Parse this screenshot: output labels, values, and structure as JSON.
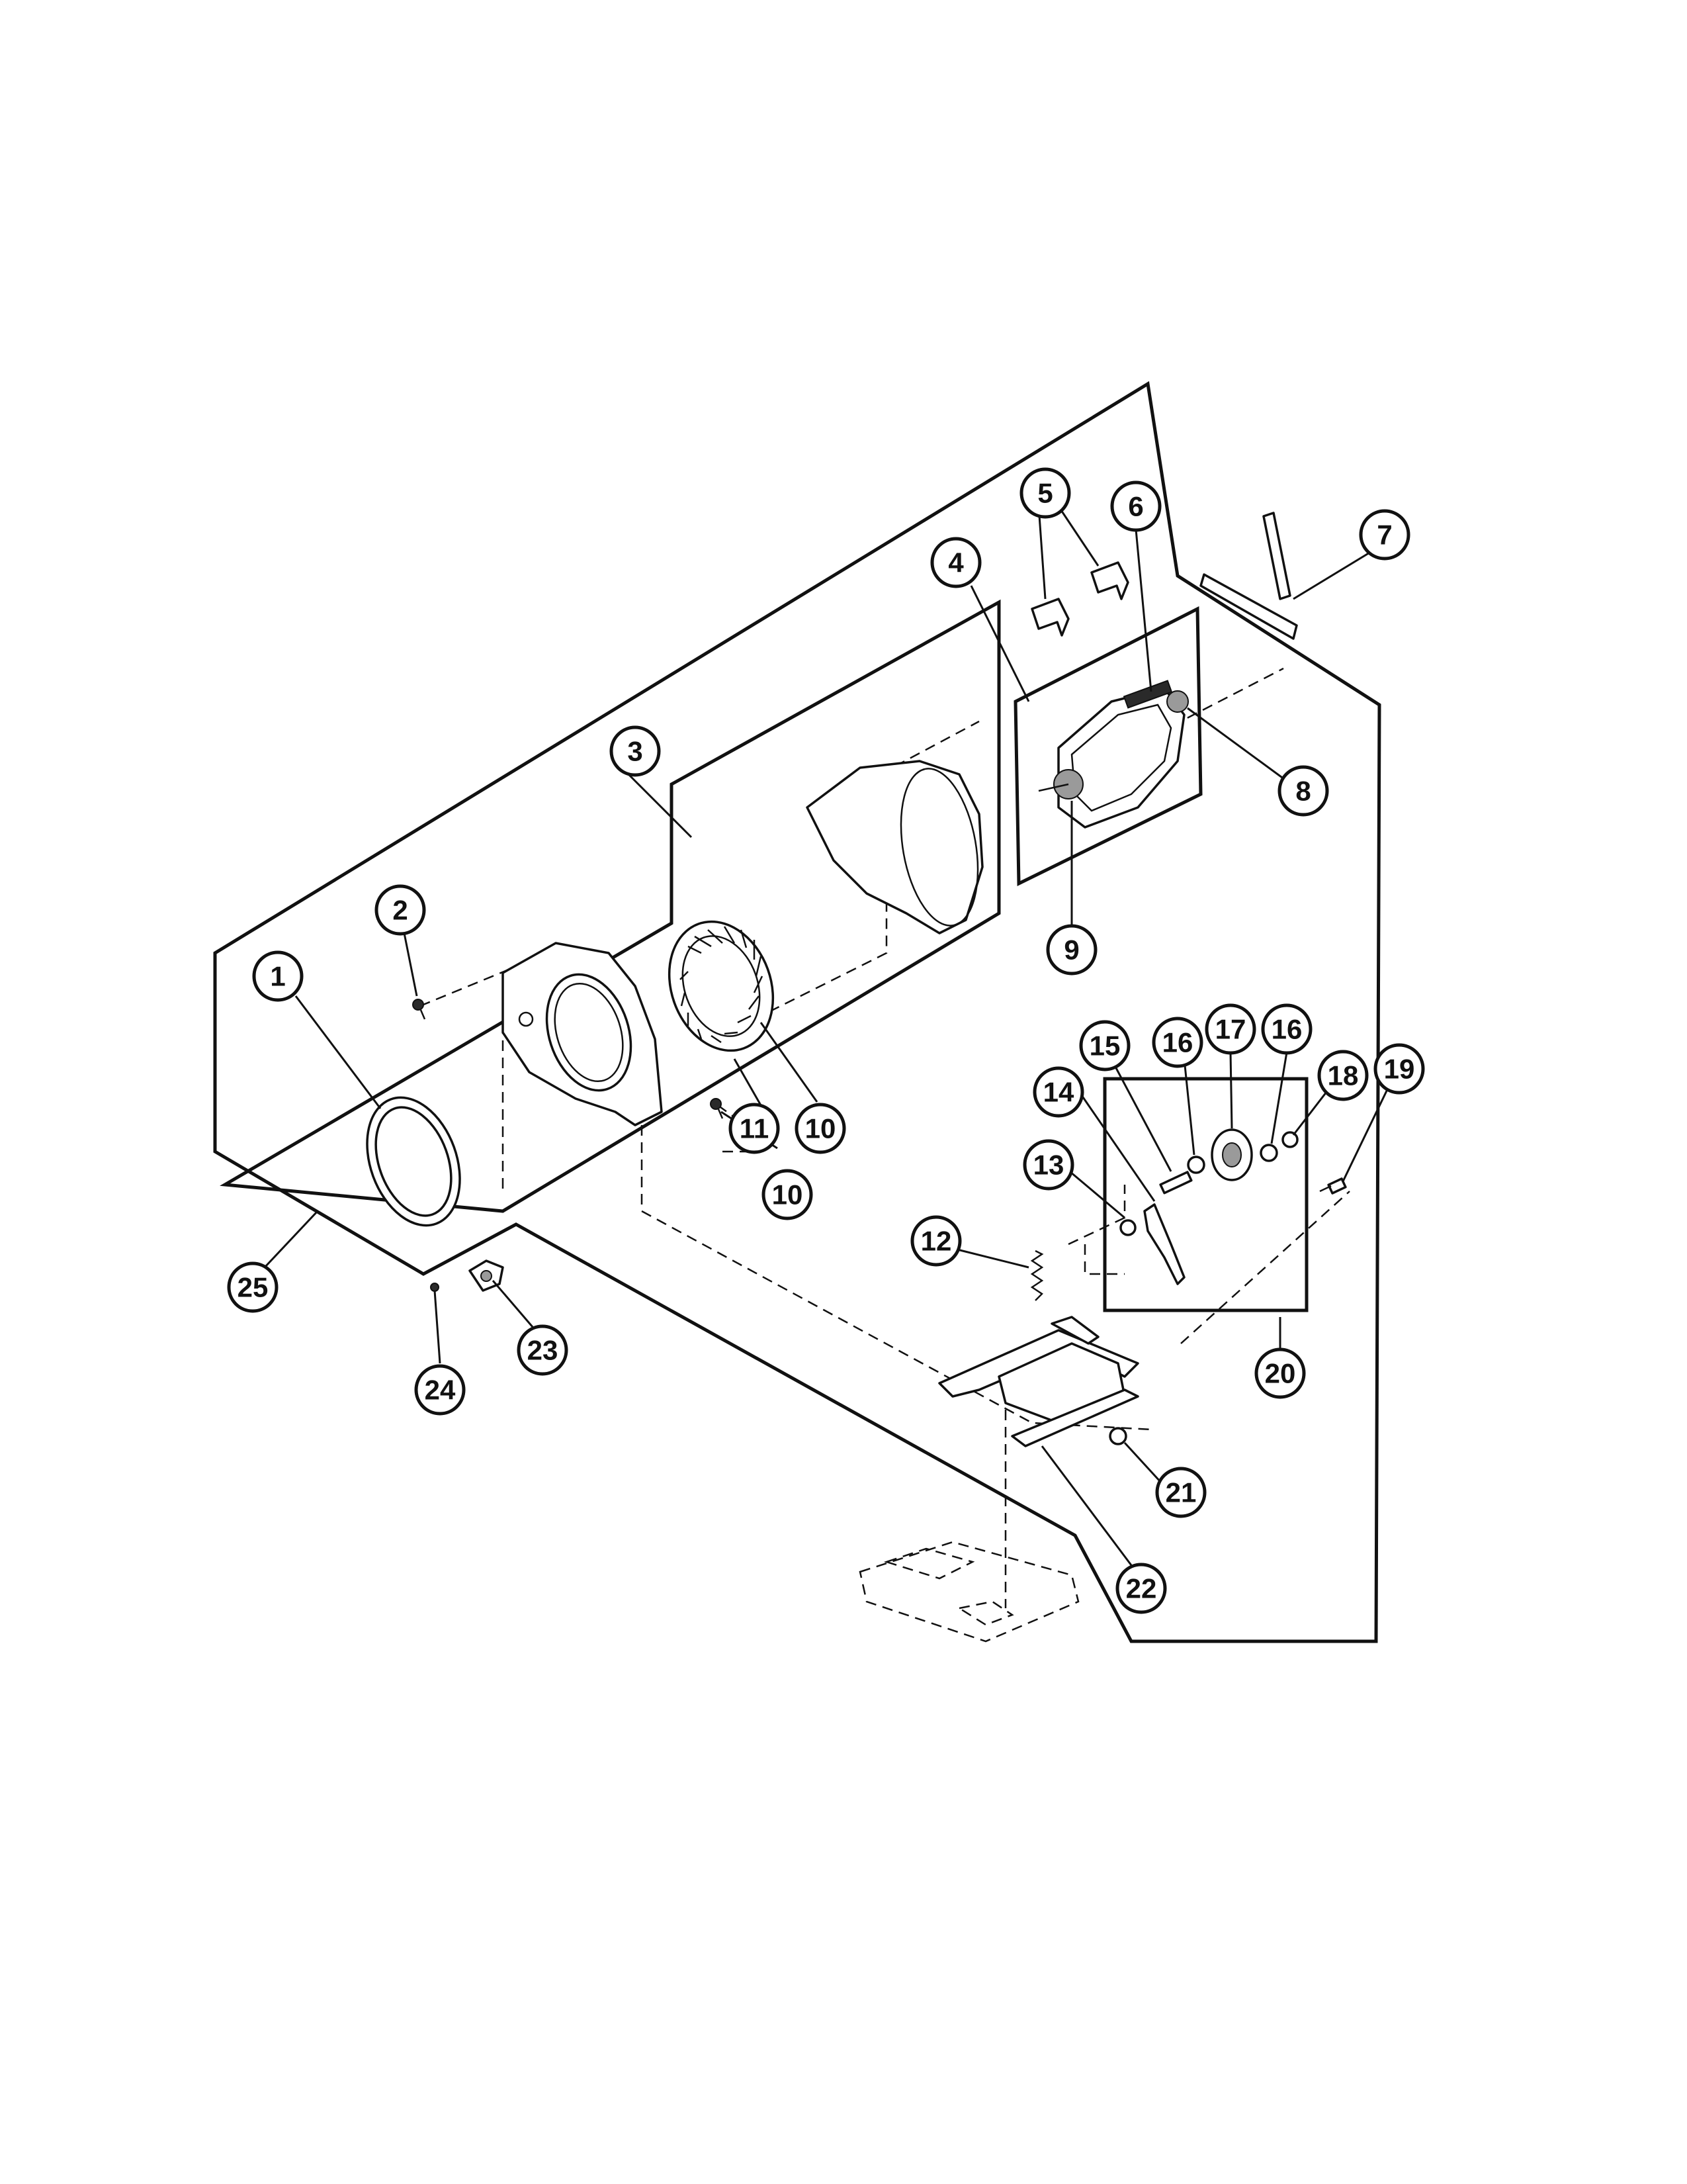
{
  "callouts": [
    {
      "id": "c1",
      "label": "1"
    },
    {
      "id": "c2",
      "label": "2"
    },
    {
      "id": "c3",
      "label": "3"
    },
    {
      "id": "c4",
      "label": "4"
    },
    {
      "id": "c5",
      "label": "5"
    },
    {
      "id": "c6",
      "label": "6"
    },
    {
      "id": "c7",
      "label": "7"
    },
    {
      "id": "c8",
      "label": "8"
    },
    {
      "id": "c9",
      "label": "9"
    },
    {
      "id": "c10a",
      "label": "10"
    },
    {
      "id": "c10b",
      "label": "10"
    },
    {
      "id": "c11",
      "label": "11"
    },
    {
      "id": "c12",
      "label": "12"
    },
    {
      "id": "c13",
      "label": "13"
    },
    {
      "id": "c14",
      "label": "14"
    },
    {
      "id": "c15",
      "label": "15"
    },
    {
      "id": "c16a",
      "label": "16"
    },
    {
      "id": "c16b",
      "label": "16"
    },
    {
      "id": "c17",
      "label": "17"
    },
    {
      "id": "c18",
      "label": "18"
    },
    {
      "id": "c19",
      "label": "19"
    },
    {
      "id": "c20",
      "label": "20"
    },
    {
      "id": "c21",
      "label": "21"
    },
    {
      "id": "c22",
      "label": "22"
    },
    {
      "id": "c23",
      "label": "23"
    },
    {
      "id": "c24",
      "label": "24"
    },
    {
      "id": "c25",
      "label": "25"
    }
  ]
}
